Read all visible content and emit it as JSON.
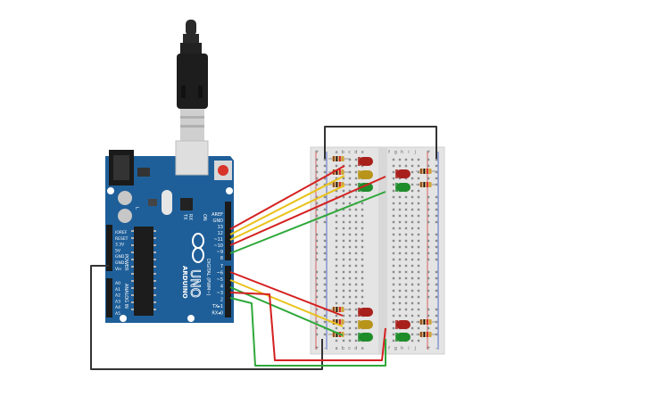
{
  "arduino": {
    "brand": "ARDUINO",
    "model": "UNO",
    "pin_group_digital": "DIGITAL (PWM~)",
    "pin_group_power": "POWER",
    "pin_group_analog": "ANALOG IN",
    "tx": "TX",
    "rx": "RX",
    "l": "L",
    "on": "ON",
    "digital_pins": [
      "AREF",
      "GND",
      "13",
      "12",
      "~11",
      "~10",
      "~9",
      "8",
      "7",
      "~6",
      "~5",
      "4",
      "~3",
      "2",
      "TX▸1",
      "RX◂0"
    ],
    "power_pins": [
      "IOREF",
      "RESET",
      "3.3V",
      "5V",
      "GND",
      "GND",
      "Vin"
    ],
    "analog_pins": [
      "A0",
      "A1",
      "A2",
      "A3",
      "A4",
      "A5"
    ]
  },
  "breadboard": {
    "columns_left": [
      "a",
      "b",
      "c",
      "d",
      "e"
    ],
    "columns_right": [
      "f",
      "g",
      "h",
      "i",
      "j"
    ],
    "plus": "+",
    "minus": "-"
  },
  "colors": {
    "board_blue": "#1f5f99",
    "wire_red": "#d42020",
    "wire_yellow": "#e8c21a",
    "wire_green": "#2fa83a",
    "wire_black": "#333333",
    "led_red": "#a8201c",
    "led_yellow": "#b8941a",
    "led_green": "#1f8c2a"
  },
  "icons": [
    "usb-plug-icon",
    "arduino-logo-icon",
    "reset-button-icon",
    "power-jack-icon"
  ]
}
